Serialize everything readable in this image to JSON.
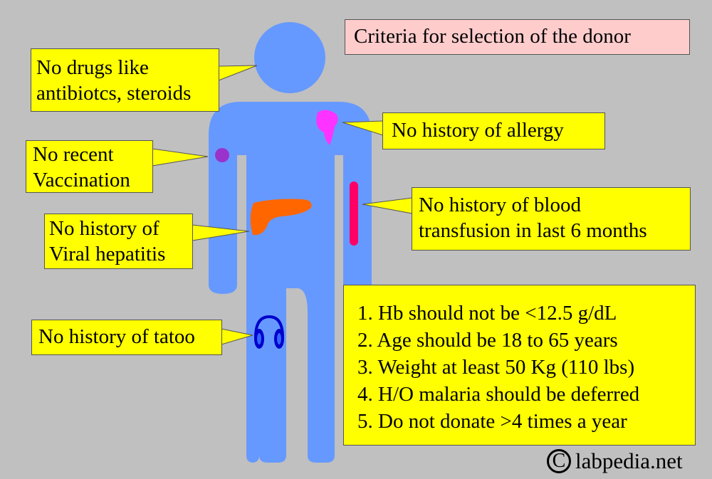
{
  "title": "Criteria for selection of the donor",
  "callouts": {
    "drugs": [
      "No drugs like",
      "antibiotcs, steroids"
    ],
    "allergy": "No history of allergy",
    "vaccination": [
      "No recent",
      "Vaccination"
    ],
    "transfusion": [
      "No history of blood",
      "transfusion in last 6 months"
    ],
    "hepatitis": [
      "No history of",
      "Viral hepatitis"
    ],
    "tattoo": "No history of tatoo"
  },
  "criteria": [
    "1. Hb should not be <12.5 g/dL",
    "2. Age should be 18 to 65 years",
    "3. Weight at least 50 Kg (110 lbs)",
    "4. H/O malaria should be deferred",
    "5. Do not donate >4 times a year"
  ],
  "credit": {
    "symbol": "C",
    "text": "labpedia.net"
  },
  "colors": {
    "background": "#c0c0c0",
    "body": "#6699ff",
    "callout": "#ffff00",
    "title_box": "#ffcccc",
    "allergy_mark": "#ff33ff",
    "vaccination_mark": "#9933cc",
    "liver": "#ff6600",
    "transfusion_mark": "#ff0066",
    "headphones": "#0000cc"
  },
  "icons": [
    "headphones-icon",
    "copyright-icon"
  ]
}
